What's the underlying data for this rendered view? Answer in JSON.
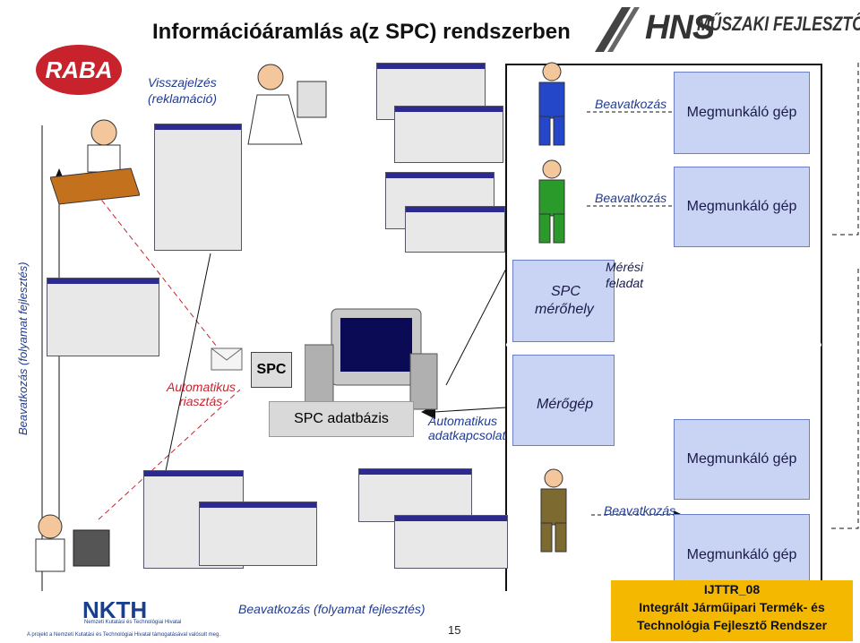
{
  "title": "Információáramlás a(z SPC) rendszerben",
  "logos": {
    "hns_main": "HNS",
    "hns_sub": "MŰSZAKI FEJLESZTŐ KFT.",
    "raba": "RABA",
    "nkth": "NKTH",
    "nkth_sub": "Nemzeti Kutatási és Technológiai Hivatal"
  },
  "labels": {
    "visszajelzes_1": "Visszajelzés",
    "visszajelzes_2": "(reklamáció)",
    "beavatkozas_1": "Beavatkozás",
    "beavatkozas_2": "Beavatkozás",
    "beavatkozas_3": "Beavatkozás",
    "megmunkalo_1": "Megmunkáló gép",
    "megmunkalo_2": "Megmunkáló gép",
    "megmunkalo_3": "Megmunkáló gép",
    "megmunkalo_4": "Megmunkáló gép",
    "meresi_1": "Mérési",
    "meresi_2": "feladat",
    "spc_meroh_1": "SPC",
    "spc_meroh_2": "mérőhely",
    "merogep": "Mérőgép",
    "auto_riasztas_1": "Automatikus",
    "auto_riasztas_2": "riasztás",
    "spc_adatbazis": "SPC adatbázis",
    "spc_logo": "SPC",
    "auto_adat_1": "Automatikus",
    "auto_adat_2": "adatkapcsolat",
    "vertical": "Beavatkozás (folyamat fejlesztés)",
    "bottom_beav": "Beavatkozás (folyamat fejlesztés)"
  },
  "footer": {
    "page": "15",
    "ijttr_1": "IJTTR_08",
    "ijttr_2": "Integrált Járműipari Termék- és",
    "ijttr_3": "Technológia Fejlesztő Rendszer",
    "project": "A projekt a Nemzeti Kutatási és Technológiai Hivatal támogatásával valósult meg."
  },
  "colors": {
    "machine_fill": "#c9d4f5",
    "label_blue": "#1f3a93",
    "footer_yellow": "#f5b800",
    "raba_red": "#c8232c"
  }
}
